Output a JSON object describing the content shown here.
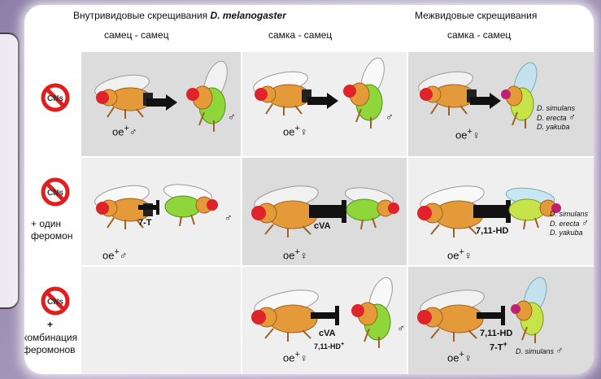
{
  "header": {
    "intraspecific_prefix": "Внутривидовые скрещивания",
    "species_name": "D. melanogaster",
    "interspecific": "Межвидовые скрещивания"
  },
  "columns": {
    "male_male": "самец - самец",
    "female_male_1": "самка - самец",
    "female_male_2": "самка - самец"
  },
  "rows": {
    "cns_label": "CNs",
    "row2_line1": "+ один",
    "row2_line2": "феромон",
    "row3_plus": "+",
    "row3_line1": "комбинация",
    "row3_line2": "феромонов"
  },
  "labels": {
    "oe_male": "oe",
    "oe_female": "oe",
    "male_symbol": "♂",
    "female_symbol": "♀",
    "plus_sup": "+",
    "seven_t": "7-T",
    "cva": "cVA",
    "seven_eleven_hd": "7,11-HD",
    "seven_eleven_hd_plus": "7,11-HD",
    "seven_t_plus": "7-T"
  },
  "species": {
    "list1": [
      "D. simulans",
      "D. erecta",
      "D. yakuba"
    ],
    "list2": [
      "D. simulans",
      "D. erecta",
      "D. yakuba"
    ],
    "list3": "D. simulans"
  },
  "colors": {
    "fly_body": "#e59a3a",
    "fly_eye": "#e0222a",
    "male_abdomen": "#8fd63a",
    "prohibit": "#e11d1d",
    "panel_gray": "#dcdcdc",
    "panel_light": "#efefef"
  }
}
